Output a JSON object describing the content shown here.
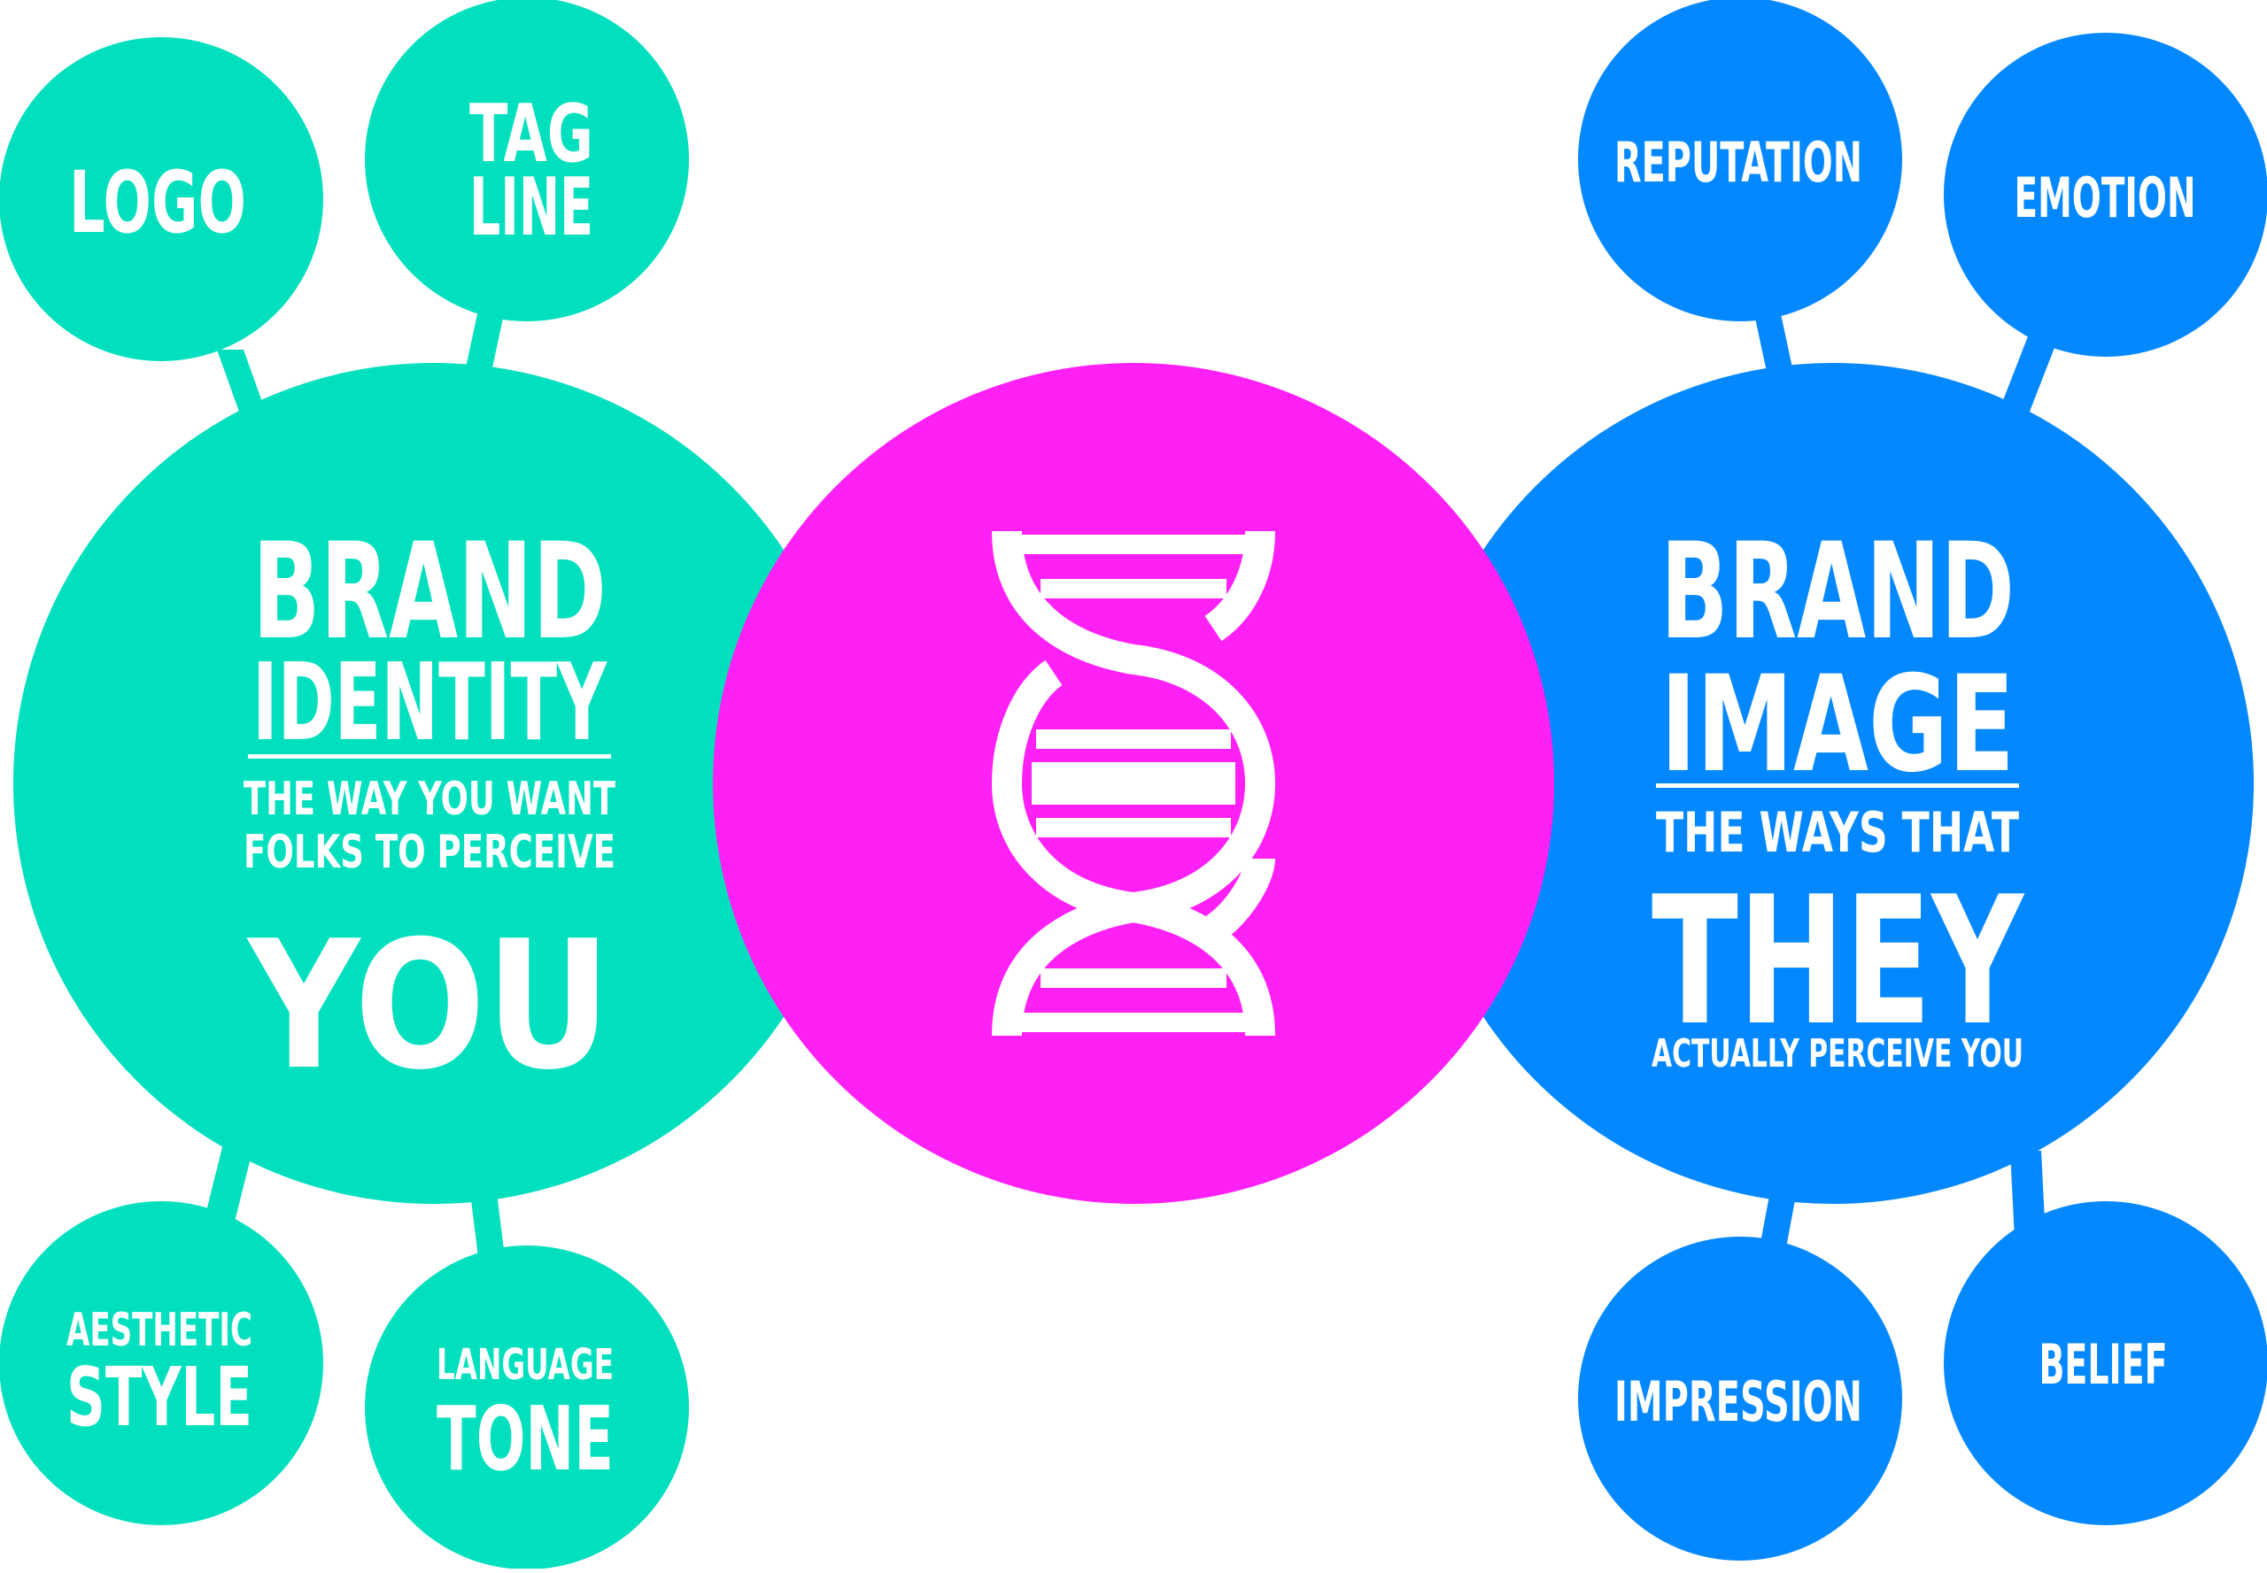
{
  "colors": {
    "identity": "#00E0BE",
    "image": "#0388FF",
    "center": "#FF20F5",
    "text": "#FFFFFF"
  },
  "center": {
    "icon": "dna-helix-icon"
  },
  "identity": {
    "title_line1": "BRAND",
    "title_line2": "IDENTITY",
    "sub_line1": "THE WAY YOU WANT",
    "sub_line2": "FOLKS TO PERCEIVE",
    "big": "YOU",
    "satellites": {
      "logo": "LOGO",
      "tagline_1": "TAG",
      "tagline_2": "LINE",
      "aesthetic_1": "AESTHETIC",
      "aesthetic_2": "STYLE",
      "language_1": "LANGUAGE",
      "language_2": "TONE"
    }
  },
  "image": {
    "title_line1": "BRAND",
    "title_line2": "IMAGE",
    "sub_line1": "THE WAYS THAT",
    "big": "THEY",
    "sub_line2": "ACTUALLY PERCEIVE YOU",
    "satellites": {
      "reputation": "REPUTATION",
      "emotion": "EMOTION",
      "impression": "IMPRESSION",
      "belief": "BELIEF"
    }
  }
}
